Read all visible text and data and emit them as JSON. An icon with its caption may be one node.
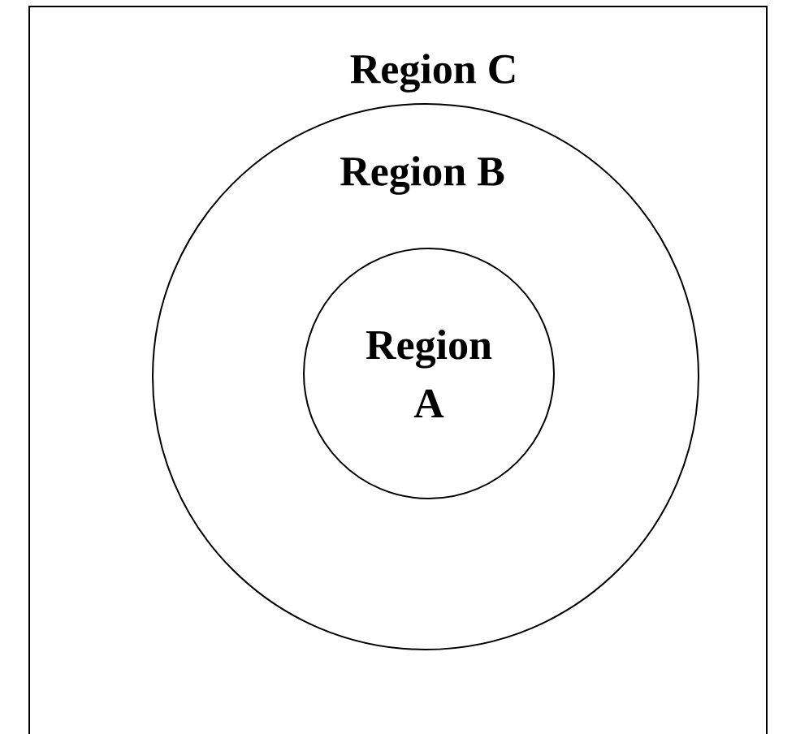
{
  "diagram": {
    "nodes": [
      {
        "text": [
          "Region C"
        ]
      },
      {
        "text": [
          "Region B"
        ],
        "in": 0
      },
      {
        "text": [
          "Region A"
        ],
        "in": 1
      }
    ]
  }
}
